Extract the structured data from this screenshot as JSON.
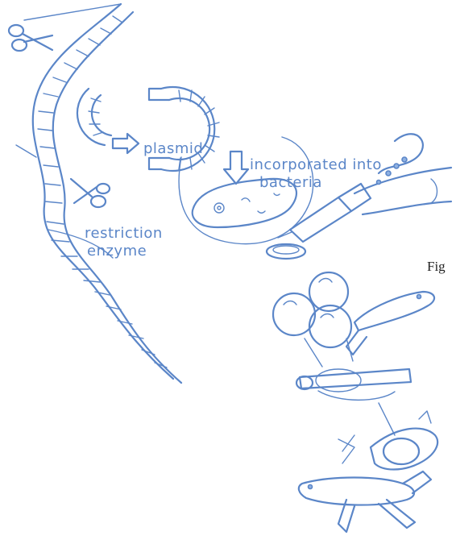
{
  "labels": {
    "plasmid": "plasmid",
    "incorporated_line1": "incorporated into",
    "incorporated_line2": "bacteria",
    "restriction_line1": "restriction",
    "restriction_line2": "enzyme",
    "fig_fragment": "Fig"
  },
  "colors": {
    "ink": "#5b86c8",
    "ink_light": "#8fb1e2",
    "caption": "#222222",
    "background": "#ffffff"
  },
  "icons": [
    "scissors-icon",
    "dna-helix-icon",
    "plasmid-ring-icon",
    "bacterium-icon",
    "syringe-icon",
    "petri-dish-icon",
    "cells-icon",
    "pipette-icon",
    "fish-icon"
  ]
}
